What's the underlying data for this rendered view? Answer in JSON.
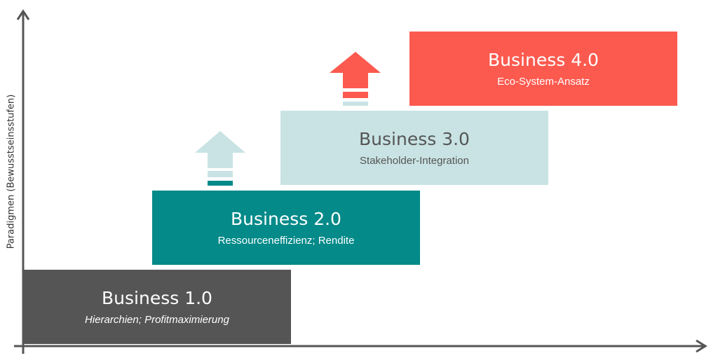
{
  "y_axis_label": "Paradigmen (Bewusstseinsstufen)",
  "stages": [
    {
      "title": "Business 1.0",
      "subtitle": "Hierarchien; Profitmaximierung",
      "color": "#555555"
    },
    {
      "title": "Business 2.0",
      "subtitle": "Ressourceneffizienz; Rendite",
      "color": "#038a89"
    },
    {
      "title": "Business 3.0",
      "subtitle": "Stakeholder-Integration",
      "color": "#c9e3e4"
    },
    {
      "title": "Business 4.0",
      "subtitle": "Eco-System-Ansatz",
      "color": "#fc5a4f"
    }
  ]
}
